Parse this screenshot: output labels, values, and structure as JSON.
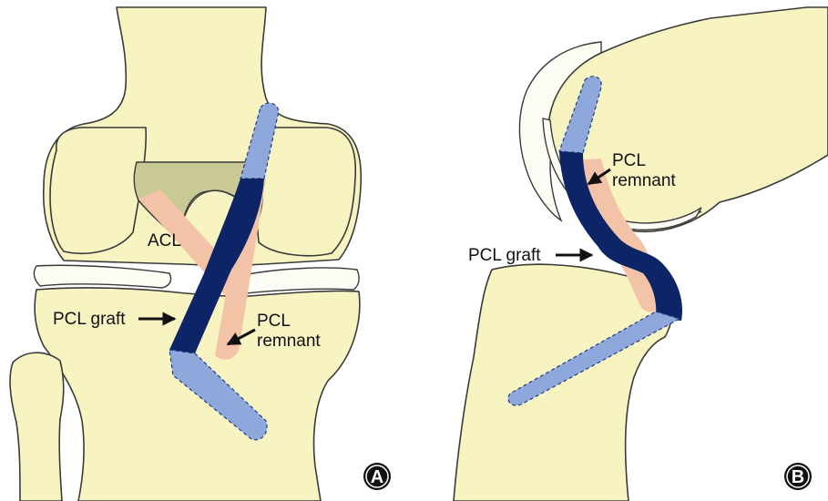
{
  "panel_a": {
    "label_acl": "ACL",
    "label_pcl_graft": "PCL graft",
    "label_pcl_remnant_1": "PCL",
    "label_pcl_remnant_2": "remnant",
    "badge": "A"
  },
  "panel_b": {
    "label_pcl_graft": "PCL graft",
    "label_pcl_remnant_1": "PCL",
    "label_pcl_remnant_2": "remnant",
    "badge": "B"
  },
  "colors": {
    "bone": "#f7f4c2",
    "graft_dark": "#0d2466",
    "graft_tunnel": "#8ea8dc",
    "remnant": "#f3c3a8",
    "acl_notch": "#c9c996"
  }
}
